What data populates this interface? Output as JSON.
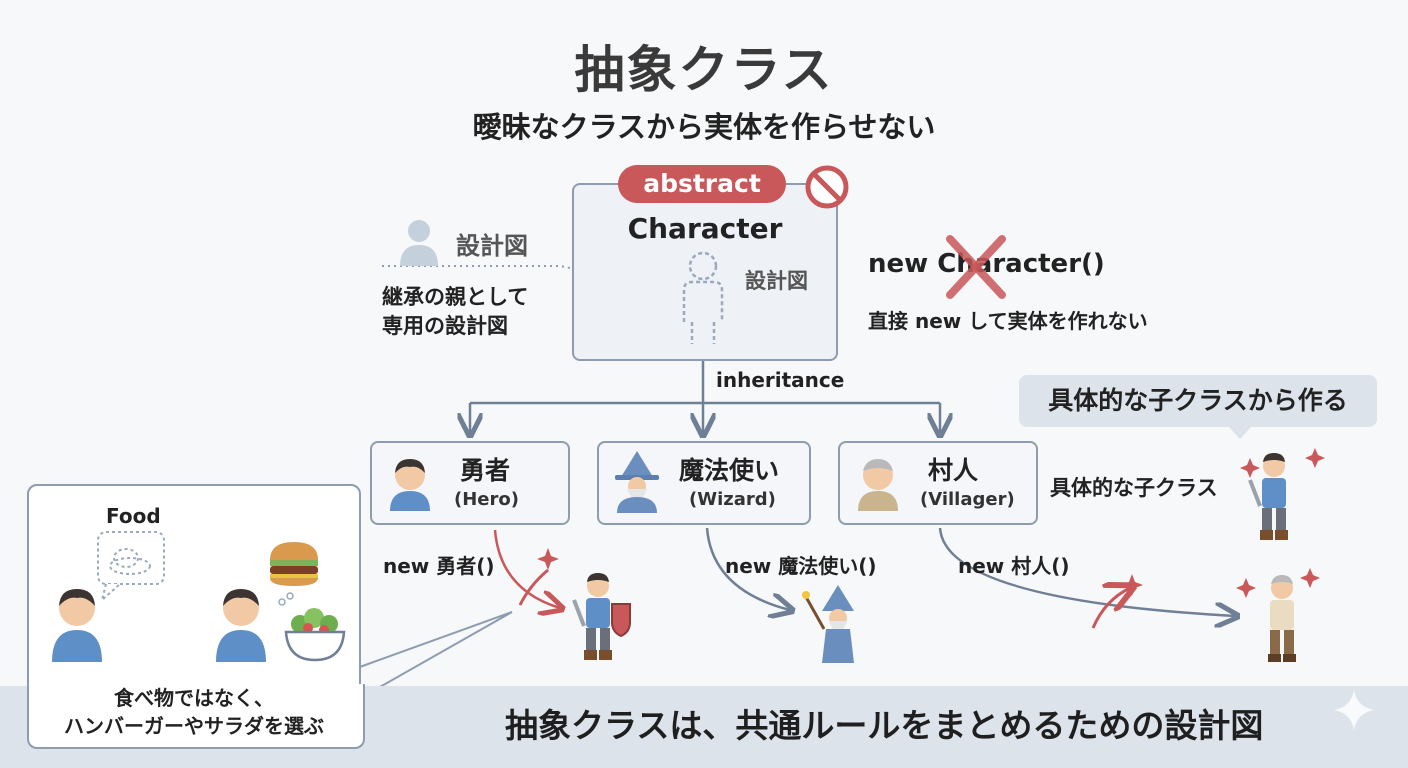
{
  "title": "抽象クラス",
  "subtitle": "曖昧なクラスから実体を作らせない",
  "abstract_class": {
    "badge": "abstract",
    "name": "Character",
    "inner_label": "設計図"
  },
  "blueprint_note": {
    "icon_label": "設計図",
    "line1": "継承の親として",
    "line2": "専用の設計図"
  },
  "direct_new": {
    "code": "new Character()",
    "note": "直接 new して実体を作れない"
  },
  "inheritance_label": "inheritance",
  "children": [
    {
      "jp": "勇者",
      "en": "(Hero)",
      "new_call": "new 勇者()"
    },
    {
      "jp": "魔法使い",
      "en": "(Wizard)",
      "new_call": "new 魔法使い()"
    },
    {
      "jp": "村人",
      "en": "(Villager)",
      "new_call": "new 村人()"
    }
  ],
  "concrete_callout": "具体的な子クラスから作る",
  "concrete_label": "具体的な子クラス",
  "food_example": {
    "label": "Food",
    "line1": "食べ物ではなく、",
    "line2": "ハンバーガーやサラダを選ぶ"
  },
  "bottom_message": "抽象クラスは、共通ルールをまとめるための設計図",
  "colors": {
    "accent_red": "#c9585a",
    "border": "#8d9cb0",
    "arrow": "#6f7f95",
    "band": "#dde3eb"
  }
}
